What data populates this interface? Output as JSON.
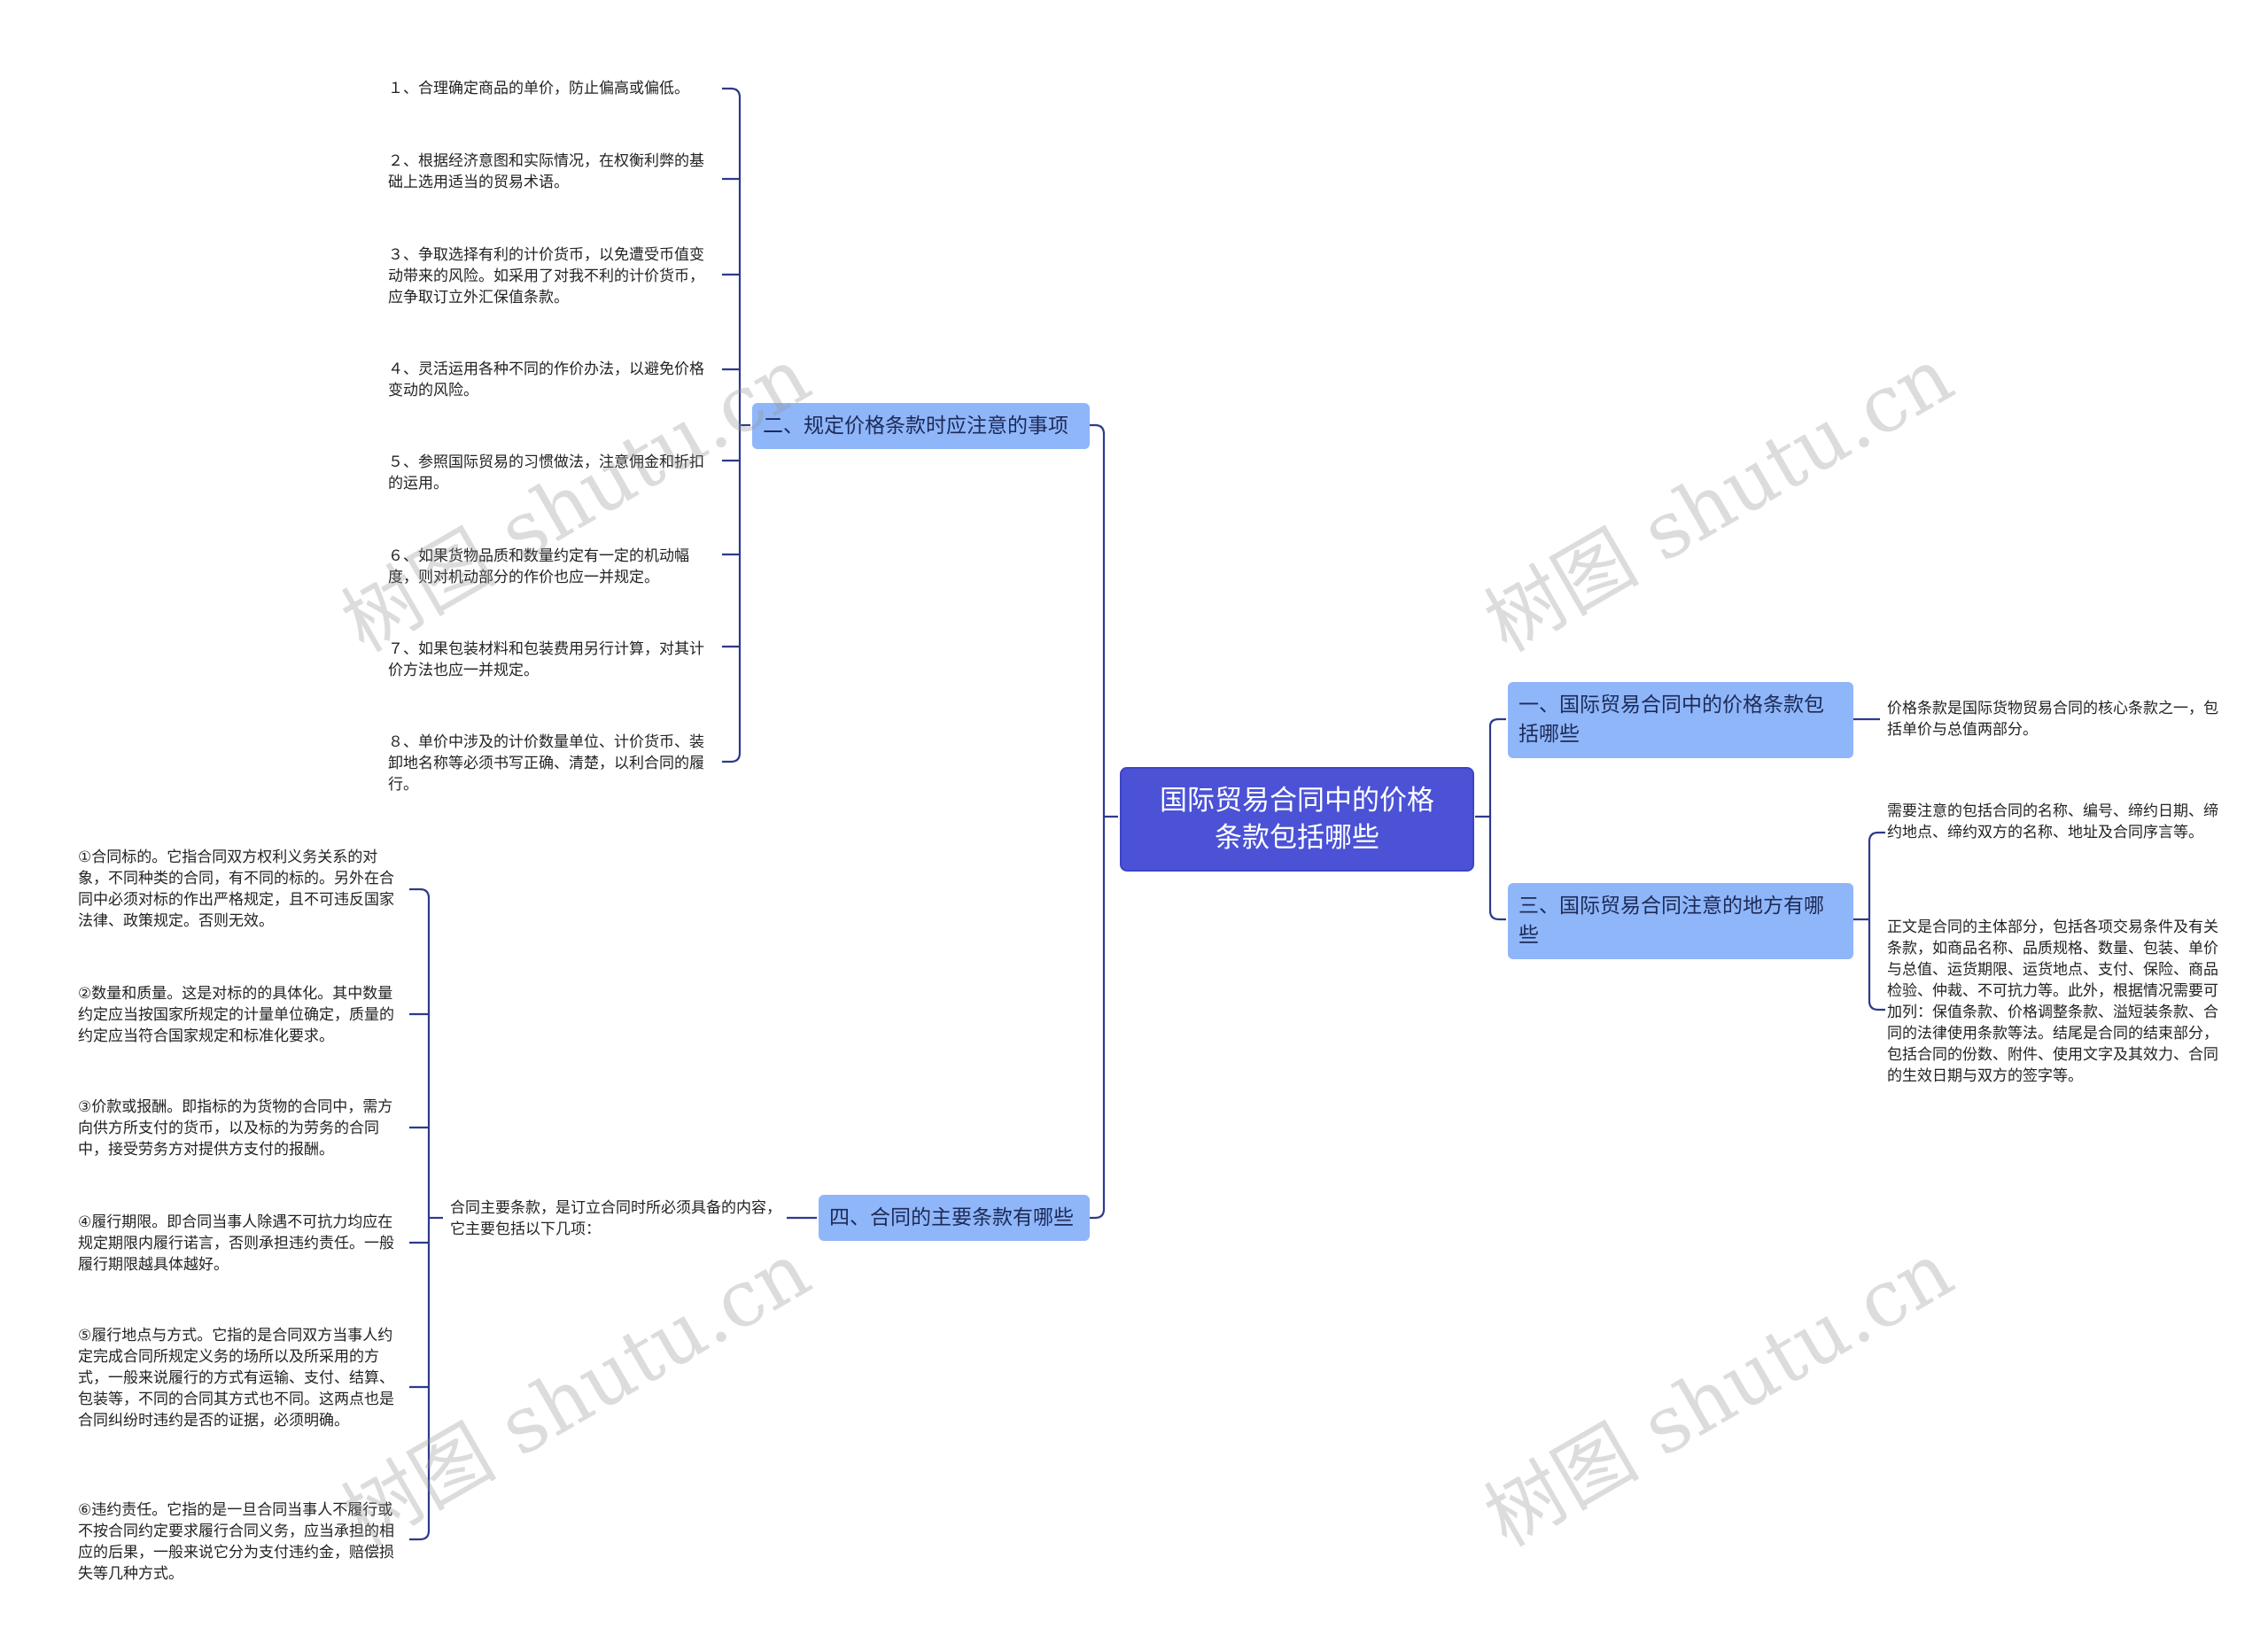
{
  "root": {
    "title": "国际贸易合同中的价格条款包括哪些"
  },
  "branches": [
    {
      "label": "二、规定价格条款时应注意的事项",
      "items": [
        "１、合理确定商品的单价，防止偏高或偏低。",
        "２、根据经济意图和实际情况，在权衡利弊的基础上选用适当的贸易术语。",
        "３、争取选择有利的计价货币，以免遭受币值变动带来的风险。如采用了对我不利的计价货币，应争取订立外汇保值条款。",
        "４、灵活运用各种不同的作价办法，以避免价格变动的风险。",
        "５、参照国际贸易的习惯做法，注意佣金和折扣的运用。",
        "６、如果货物品质和数量约定有一定的机动幅度，则对机动部分的作价也应一并规定。",
        "７、如果包装材料和包装费用另行计算，对其计价方法也应一并规定。",
        "８、单价中涉及的计价数量单位、计价货币、装卸地名称等必须书写正确、清楚，以利合同的履行。"
      ]
    },
    {
      "label": "四、合同的主要条款有哪些",
      "intro": "合同主要条款，是订立合同时所必须具备的内容，它主要包括以下几项：",
      "items": [
        "①合同标的。它指合同双方权利义务关系的对象，不同种类的合同，有不同的标的。另外在合同中必须对标的作出严格规定，且不可违反国家法律、政策规定。否则无效。",
        "②数量和质量。这是对标的的具体化。其中数量约定应当按国家所规定的计量单位确定，质量的约定应当符合国家规定和标准化要求。",
        "③价款或报酬。即指标的为货物的合同中，需方向供方所支付的货币，以及标的为劳务的合同中，接受劳务方对提供方支付的报酬。",
        "④履行期限。即合同当事人除遇不可抗力均应在规定期限内履行诺言，否则承担违约责任。一般履行期限越具体越好。",
        "⑤履行地点与方式。它指的是合同双方当事人约定完成合同所规定义务的场所以及所采用的方式，一般来说履行的方式有运输、支付、结算、包装等，不同的合同其方式也不同。这两点也是合同纠纷时违约是否的证据，必须明确。",
        "⑥违约责任。它指的是一旦合同当事人不履行或不按合同约定要求履行合同义务，应当承担的相应的后果，一般来说它分为支付违约金，赔偿损失等几种方式。"
      ]
    },
    {
      "label": "一、国际贸易合同中的价格条款包括哪些",
      "items": [
        "价格条款是国际货物贸易合同的核心条款之一，包括单价与总值两部分。"
      ]
    },
    {
      "label": "三、国际贸易合同注意的地方有哪些",
      "items": [
        "需要注意的包括合同的名称、编号、缔约日期、缔约地点、缔约双方的名称、地址及合同序言等。",
        "正文是合同的主体部分，包括各项交易条件及有关条款，如商品名称、品质规格、数量、包装、单价与总值、运货期限、运货地点、支付、保险、商品检验、仲裁、不可抗力等。此外，根据情况需要可加列：保值条款、价格调整条款、溢短装条款、合同的法律使用条款等法。结尾是合同的结束部分，包括合同的份数、附件、使用文字及其效力、合同的生效日期与双方的签字等。"
      ]
    }
  ],
  "watermark": "树图 shutu.cn",
  "colors": {
    "root": "#4b52d6",
    "branch": "#8fb6f9",
    "line": "#2d3a8c"
  }
}
